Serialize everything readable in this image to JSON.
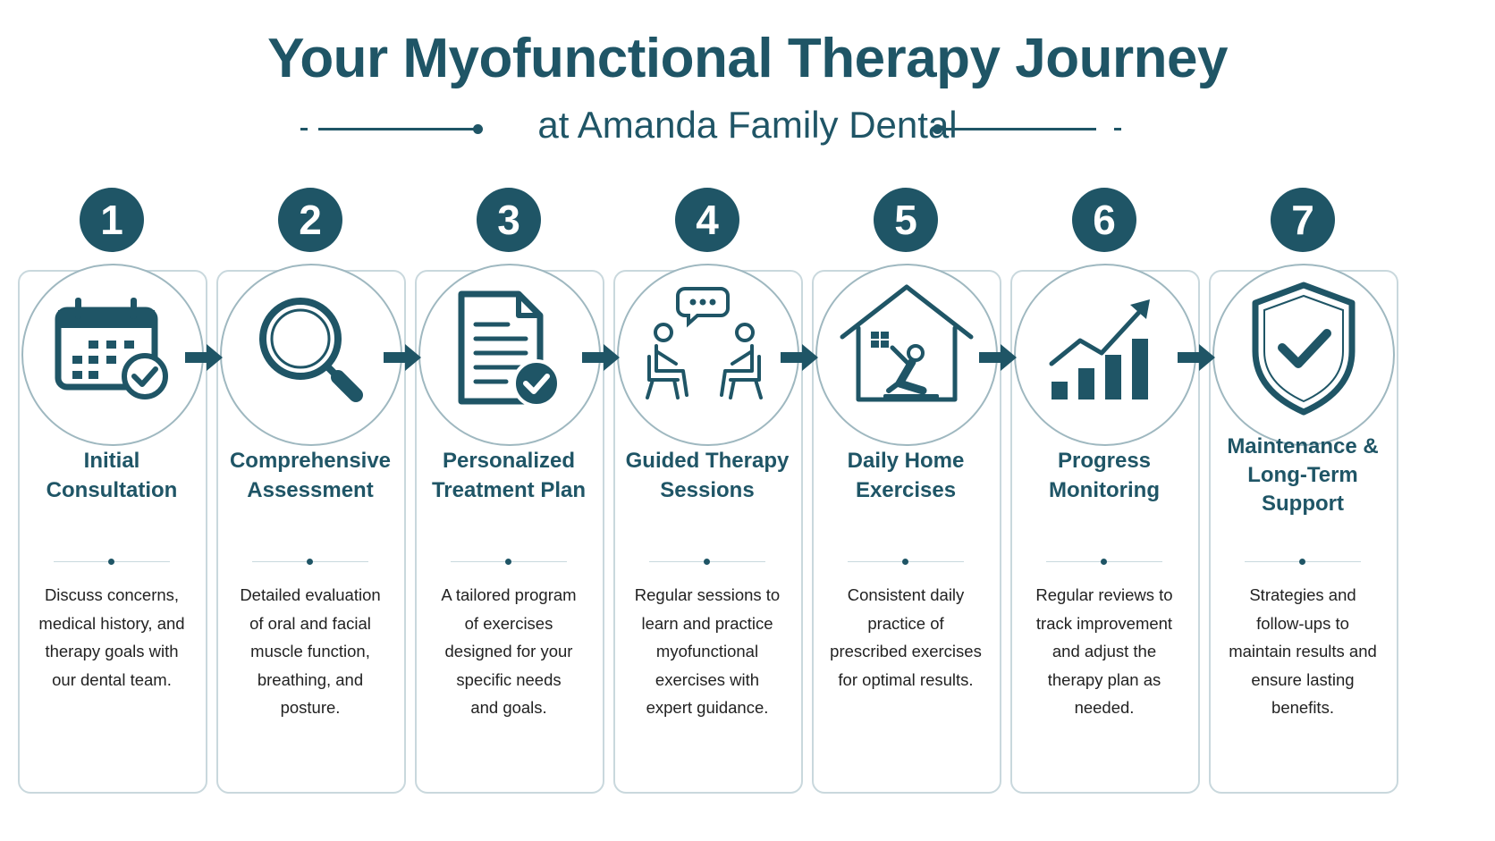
{
  "header": {
    "title": "Your Myofunctional Therapy Journey",
    "subtitle": "at Amanda Family Dental"
  },
  "colors": {
    "primary": "#1f5566",
    "card_border": "#c9d8dd",
    "text": "#222222"
  },
  "steps": [
    {
      "number": "1",
      "icon": "calendar-check-icon",
      "title_lines": [
        "Initial",
        "Consultation"
      ],
      "description_lines": [
        "Discuss concerns,",
        "medical history, and",
        "therapy goals with",
        "our dental team."
      ]
    },
    {
      "number": "2",
      "icon": "magnifying-glass-icon",
      "title_lines": [
        "Comprehensive",
        "Assessment"
      ],
      "description_lines": [
        "Detailed evaluation",
        "of oral and facial",
        "muscle function,",
        "breathing, and",
        "posture."
      ]
    },
    {
      "number": "3",
      "icon": "document-check-icon",
      "title_lines": [
        "Personalized",
        "Treatment Plan"
      ],
      "description_lines": [
        "A tailored program",
        "of exercises",
        "designed for your",
        "specific needs",
        "and goals."
      ]
    },
    {
      "number": "4",
      "icon": "conversation-icon",
      "title_lines": [
        "Guided Therapy",
        "Sessions"
      ],
      "description_lines": [
        "Regular sessions to",
        "learn and practice",
        "myofunctional",
        "exercises with",
        "expert guidance."
      ]
    },
    {
      "number": "5",
      "icon": "home-exercise-icon",
      "title_lines": [
        "Daily Home",
        "Exercises"
      ],
      "description_lines": [
        "Consistent daily",
        "practice of",
        "prescribed exercises",
        "for optimal results."
      ]
    },
    {
      "number": "6",
      "icon": "growth-chart-icon",
      "title_lines": [
        "Progress",
        "Monitoring"
      ],
      "description_lines": [
        "Regular reviews to",
        "track improvement",
        "and adjust the",
        "therapy plan as",
        "needed."
      ]
    },
    {
      "number": "7",
      "icon": "shield-check-icon",
      "title_lines": [
        "Maintenance &",
        "Long-Term",
        "Support"
      ],
      "description_lines": [
        "Strategies and",
        "follow-ups to",
        "maintain results and",
        "ensure lasting",
        "benefits."
      ]
    }
  ]
}
